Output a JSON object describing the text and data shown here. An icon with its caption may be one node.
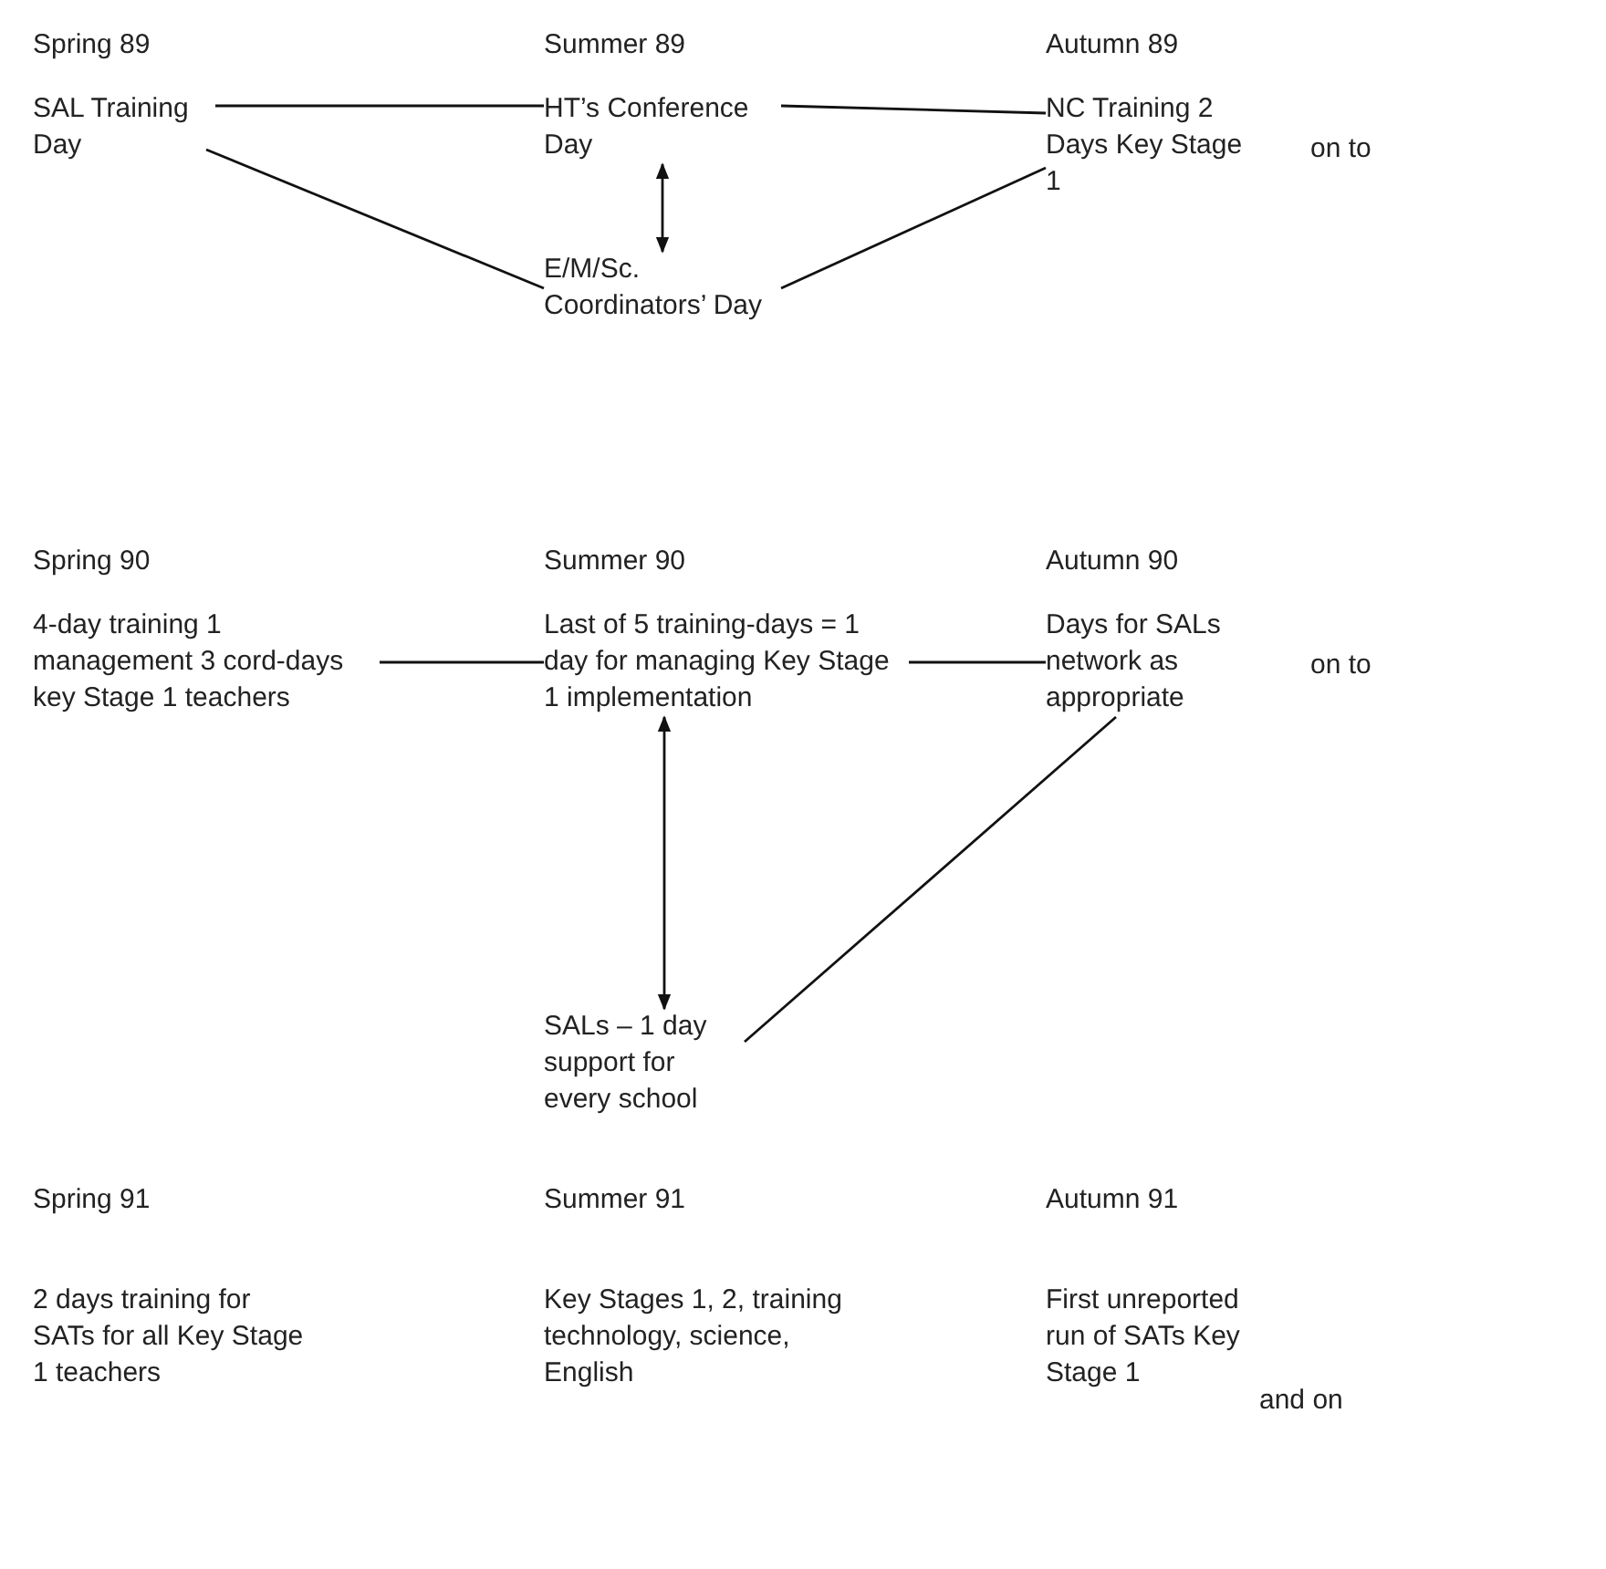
{
  "diagram": {
    "nodes": [
      {
        "text": [
          "SAL Training Day"
        ]
      },
      {
        "text": [
          "HT’s Conference Day"
        ]
      },
      {
        "text": [
          "NC Training 2 Days Key Stage 1"
        ]
      },
      {
        "text": [
          "E/M/Sc. Coordinators’ Day"
        ]
      },
      {
        "text": [
          "4-day training 1 management 3 cord-days key Stage 1 teachers"
        ]
      },
      {
        "text": [
          "Last of 5 training-days = 1 day for managing Key Stage 1 implementation"
        ]
      },
      {
        "text": [
          "Days for SALs network as appropriate"
        ]
      },
      {
        "text": [
          "SALs – 1 day support for every school"
        ]
      },
      {
        "text": [
          "2 days training for SATs for all Key Stage 1 teachers"
        ]
      },
      {
        "text": [
          "Key Stages 1, 2, training technology, science, English"
        ]
      },
      {
        "text": [
          "First unreported run of SATs Key Stage 1"
        ]
      }
    ],
    "edges": [
      {
        "from": 0,
        "to": 1,
        "arrow": "none"
      },
      {
        "from": 1,
        "to": 2,
        "arrow": "none"
      },
      {
        "from": 0,
        "to": 3,
        "arrow": "none"
      },
      {
        "from": 3,
        "to": 2,
        "arrow": "none"
      },
      {
        "from": 1,
        "to": 3,
        "arrow": "both"
      },
      {
        "from": 4,
        "to": 5,
        "arrow": "none"
      },
      {
        "from": 5,
        "to": 6,
        "arrow": "none"
      },
      {
        "from": 5,
        "to": 7,
        "arrow": "both"
      },
      {
        "from": 7,
        "to": 6,
        "arrow": "none"
      }
    ],
    "labels": [
      "Spring 89",
      "Summer 89",
      "Autumn 89",
      "on to",
      "Spring 90",
      "Summer 90",
      "Autumn 90",
      "on to",
      "Spring 91",
      "Summer 91",
      "Autumn 91",
      "and on"
    ]
  }
}
